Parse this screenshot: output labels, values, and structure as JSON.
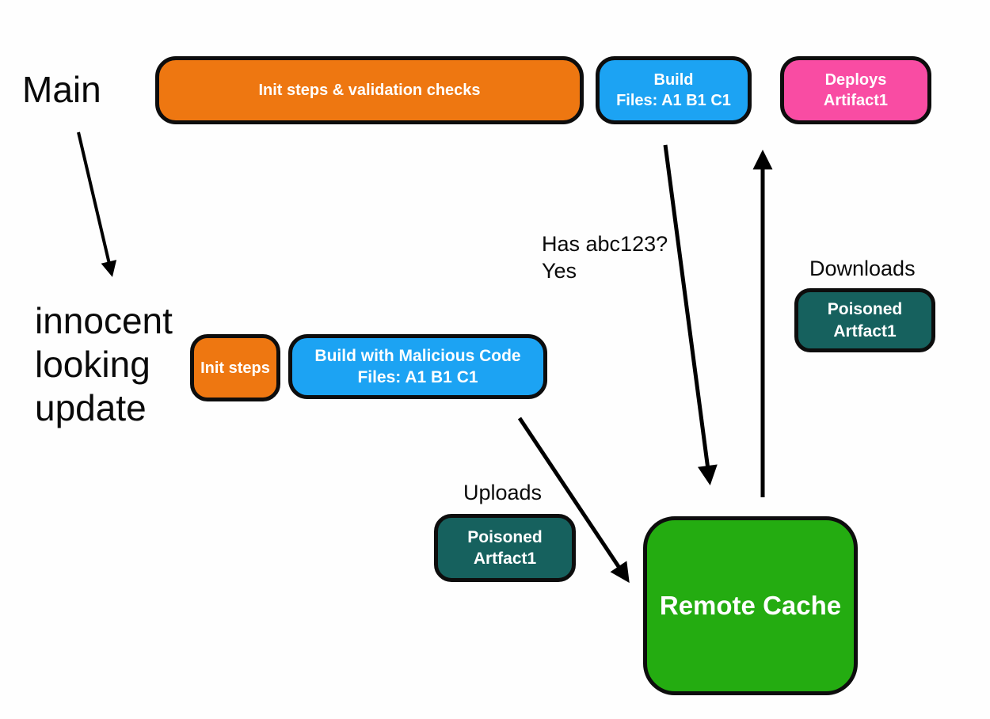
{
  "labels": {
    "main": "Main",
    "update": [
      "innocent",
      "looking",
      "update"
    ],
    "has_abc": [
      "Has abc123?",
      "Yes"
    ],
    "downloads": "Downloads",
    "uploads": "Uploads"
  },
  "boxes": {
    "init_validation": {
      "label": "Init steps & validation checks",
      "color": "#EE7711"
    },
    "build": {
      "lines": [
        "Build",
        "Files: A1 B1 C1"
      ],
      "color": "#1CA3F3"
    },
    "deploys": {
      "lines": [
        "Deploys",
        "Artifact1"
      ],
      "color": "#F94CA3"
    },
    "init_steps": {
      "label": "Init steps",
      "color": "#EE7711"
    },
    "build_malicious": {
      "lines": [
        "Build with Malicious Code",
        "Files: A1 B1 C1"
      ],
      "color": "#1CA3F3"
    },
    "poisoned_download": {
      "lines": [
        "Poisoned",
        "Artfact1"
      ],
      "color": "#16615E"
    },
    "poisoned_upload": {
      "lines": [
        "Poisoned",
        "Artfact1"
      ],
      "color": "#16615E"
    },
    "remote_cache": {
      "label": "Remote Cache",
      "color": "#24AC11"
    }
  },
  "colors": {
    "background": "#FEFEFE",
    "node_border": "#0D0D0D",
    "arrow": "#000000",
    "text": "#0A0A0A",
    "node_text": "#FFFFFF"
  }
}
